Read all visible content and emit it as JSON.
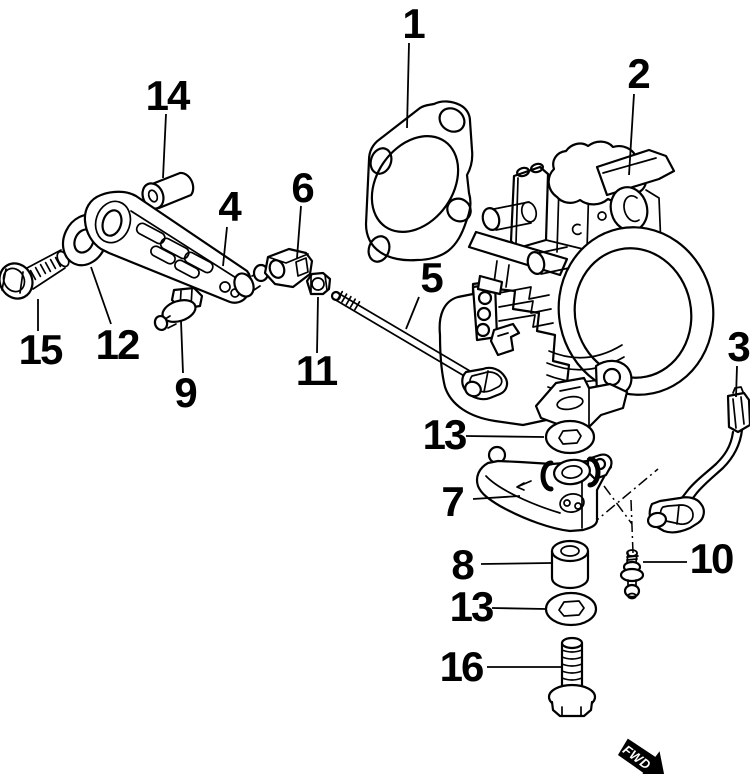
{
  "figure": {
    "background_color": "#ffffff",
    "line_color": "#000000",
    "fwd_label": "FWD",
    "callouts": [
      {
        "text": "1"
      },
      {
        "text": "2"
      },
      {
        "text": "3"
      },
      {
        "text": "4"
      },
      {
        "text": "5"
      },
      {
        "text": "6"
      },
      {
        "text": "7"
      },
      {
        "text": "8"
      },
      {
        "text": "9"
      },
      {
        "text": "10"
      },
      {
        "text": "11"
      },
      {
        "text": "12"
      },
      {
        "text": "13"
      },
      {
        "text": "13"
      },
      {
        "text": "14"
      },
      {
        "text": "15"
      },
      {
        "text": "16"
      }
    ]
  }
}
